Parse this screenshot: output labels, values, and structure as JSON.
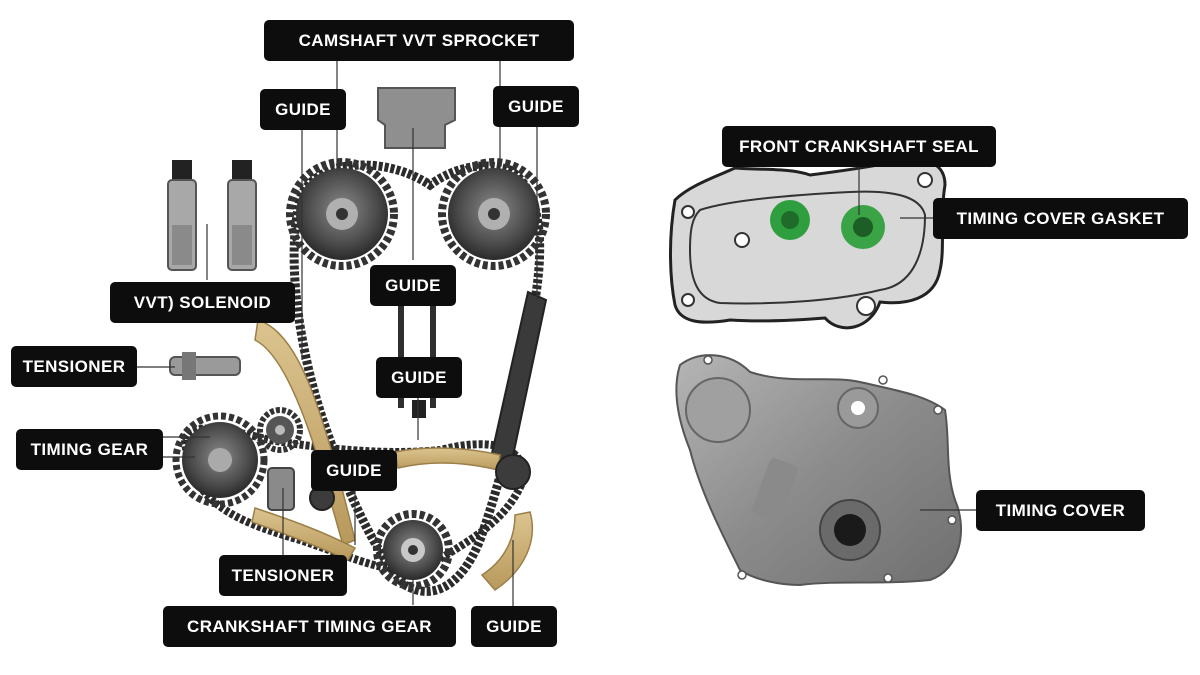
{
  "labels": {
    "camshaft_vvt_sprocket": "CAMSHAFT VVT SPROCKET",
    "guide_top_left": "GUIDE",
    "guide_top_right": "GUIDE",
    "vvt_solenoid": "VVT) SOLENOID",
    "guide_center_upper": "GUIDE",
    "guide_center_lower": "GUIDE",
    "tensioner_left": "TENSIONER",
    "timing_gear": "TIMING GEAR",
    "guide_lower_left": "GUIDE",
    "tensioner_lower": "TENSIONER",
    "crankshaft_timing_gear": "CRANKSHAFT TIMING GEAR",
    "guide_bottom_right": "GUIDE",
    "front_crankshaft_seal": "FRONT CRANKSHAFT SEAL",
    "timing_cover_gasket": "TIMING COVER GASKET",
    "timing_cover": "TIMING COVER"
  },
  "colors": {
    "label_bg": "#0d0d0d",
    "label_text": "#ffffff",
    "chain": "#2b2b2b",
    "metal": "#9a9a9a",
    "guide_tan": "#cdb27a",
    "seal_green": "#2e9e3e"
  }
}
